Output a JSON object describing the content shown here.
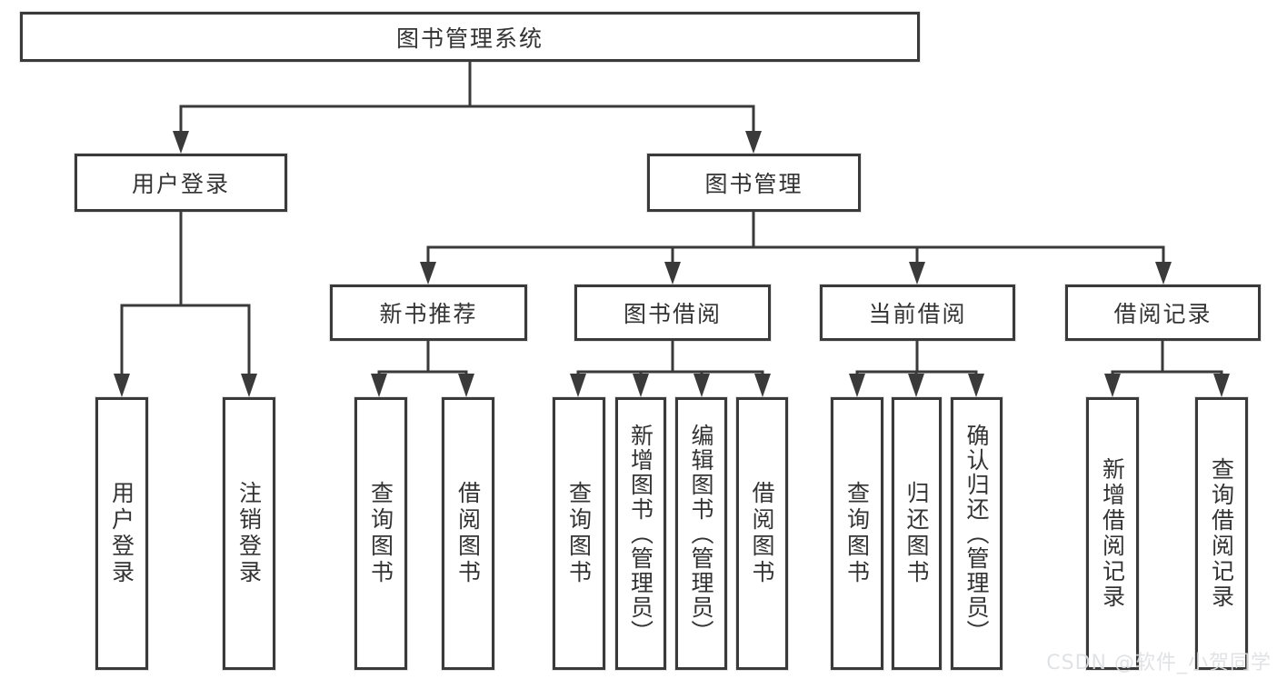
{
  "page": {
    "watermark": "CSDN @软件_小贺同学",
    "colors": {
      "background": "#ffffff",
      "line": "#3a3a3a",
      "box_border": "#3a3a3a",
      "text": "#333333",
      "watermark": "#dee0e2"
    }
  },
  "tree": {
    "root": {
      "label": "图书管理系统"
    },
    "children": [
      {
        "label": "用户登录",
        "children": [
          {
            "label": "用户登录"
          },
          {
            "label": "注销登录"
          }
        ]
      },
      {
        "label": "图书管理",
        "children": [
          {
            "label": "新书推荐",
            "children": [
              {
                "label": "查询图书"
              },
              {
                "label": "借阅图书"
              }
            ]
          },
          {
            "label": "图书借阅",
            "children": [
              {
                "label": "查询图书"
              },
              {
                "label": "新增图书（管理员）"
              },
              {
                "label": "编辑图书（管理员）"
              },
              {
                "label": "借阅图书"
              }
            ]
          },
          {
            "label": "当前借阅",
            "children": [
              {
                "label": "查询图书"
              },
              {
                "label": "归还图书"
              },
              {
                "label": "确认归还（管理员）"
              }
            ]
          },
          {
            "label": "借阅记录",
            "children": [
              {
                "label": "新增借阅记录"
              },
              {
                "label": "查询借阅记录"
              }
            ]
          }
        ]
      }
    ]
  }
}
